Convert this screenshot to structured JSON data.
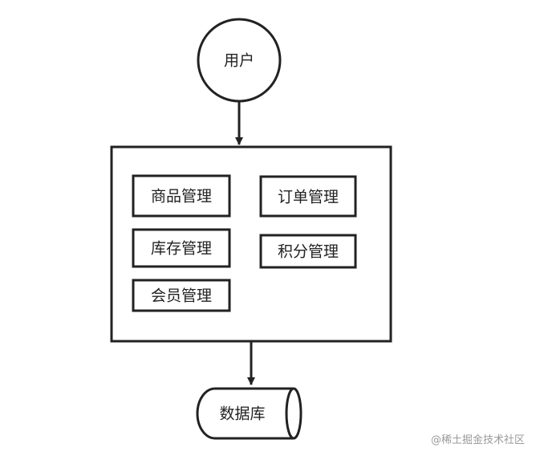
{
  "diagram": {
    "user": {
      "label": "用户"
    },
    "system": {
      "modules": [
        {
          "label": "商品管理"
        },
        {
          "label": "订单管理"
        },
        {
          "label": "库存管理"
        },
        {
          "label": "积分管理"
        },
        {
          "label": "会员管理"
        }
      ]
    },
    "database": {
      "label": "数据库"
    }
  },
  "watermark": "@稀土掘金技术社区",
  "colors": {
    "stroke": "#222222",
    "text": "#222222",
    "watermark": "#9a9a9a"
  }
}
